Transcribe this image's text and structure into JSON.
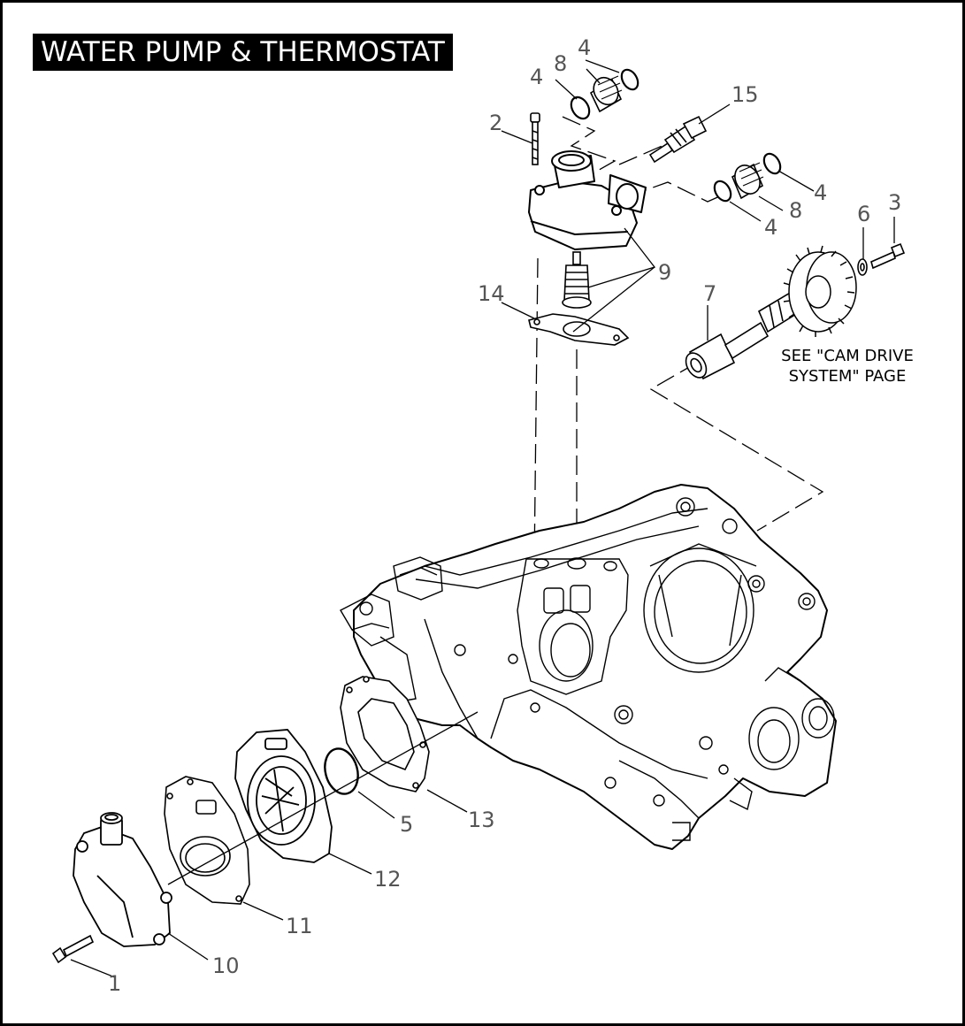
{
  "title": "WATER PUMP & THERMOSTAT",
  "note_lines": [
    "SEE \"CAM DRIVE",
    "SYSTEM\" PAGE"
  ],
  "callouts": [
    {
      "id": "c1",
      "text": "1"
    },
    {
      "id": "c2",
      "text": "2"
    },
    {
      "id": "c3",
      "text": "3"
    },
    {
      "id": "c4a",
      "text": "4"
    },
    {
      "id": "c4b",
      "text": "4"
    },
    {
      "id": "c4c",
      "text": "4"
    },
    {
      "id": "c4d",
      "text": "4"
    },
    {
      "id": "c5",
      "text": "5"
    },
    {
      "id": "c6",
      "text": "6"
    },
    {
      "id": "c7",
      "text": "7"
    },
    {
      "id": "c8a",
      "text": "8"
    },
    {
      "id": "c8b",
      "text": "8"
    },
    {
      "id": "c9",
      "text": "9"
    },
    {
      "id": "c10",
      "text": "10"
    },
    {
      "id": "c11",
      "text": "11"
    },
    {
      "id": "c12",
      "text": "12"
    },
    {
      "id": "c13",
      "text": "13"
    },
    {
      "id": "c14",
      "text": "14"
    },
    {
      "id": "c15",
      "text": "15"
    }
  ]
}
